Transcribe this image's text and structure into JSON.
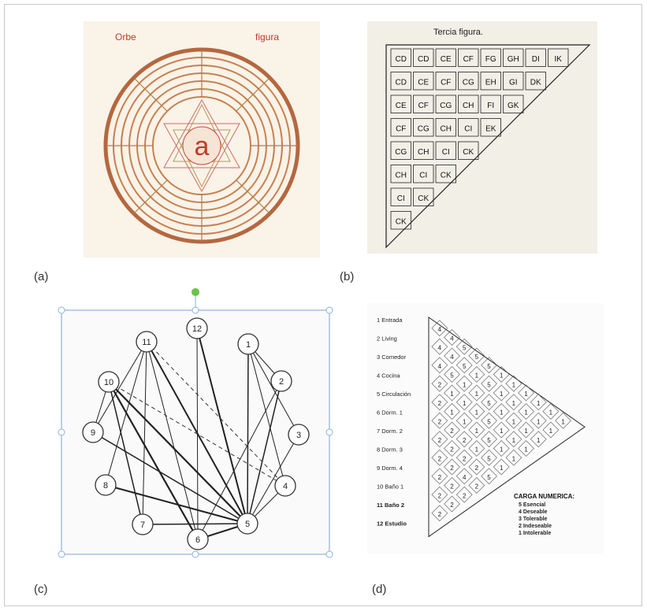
{
  "captions": {
    "a": "(a)",
    "b": "(b)",
    "c": "(c)",
    "d": "(d)"
  },
  "panel_a": {
    "top_left_label": "Orbe",
    "top_right_label": "figura",
    "center_letter": "a"
  },
  "panel_b": {
    "title": "Tercia figura.",
    "rows": [
      [
        "CD",
        "CD",
        "CE",
        "CF",
        "FG",
        "GH",
        "DI",
        "IK"
      ],
      [
        "CD",
        "CE",
        "CF",
        "CG",
        "EH",
        "GI",
        "DK"
      ],
      [
        "CE",
        "CF",
        "CG",
        "CH",
        "FI",
        "GK"
      ],
      [
        "CF",
        "CG",
        "CH",
        "CI",
        "EK"
      ],
      [
        "CG",
        "CH",
        "CI",
        "CK"
      ],
      [
        "CH",
        "CI",
        "CK"
      ],
      [
        "CI",
        "CK"
      ],
      [
        "CK"
      ]
    ]
  },
  "panel_c": {
    "nodes": [
      "1",
      "2",
      "3",
      "4",
      "5",
      "6",
      "7",
      "8",
      "9",
      "10",
      "11",
      "12"
    ]
  },
  "panel_d": {
    "rooms": [
      "1 Entrada",
      "2 Living",
      "3 Comedor",
      "4 Cocina",
      "5 Circulación",
      "6 Dorm. 1",
      "7 Dorm. 2",
      "8 Dorm. 3",
      "9 Dorm. 4",
      "10 Baño 1",
      "11 Baño 2",
      "12 Estudio"
    ],
    "matrix": [
      [
        "4",
        "4",
        "4",
        "2",
        "2",
        "2",
        "2",
        "2",
        "2",
        "2",
        "2"
      ],
      [
        "4",
        "4",
        "5",
        "1",
        "1",
        "2",
        "2",
        "2",
        "2",
        "2"
      ],
      [
        "5",
        "5",
        "1",
        "1",
        "1",
        "2",
        "2",
        "4",
        "2"
      ],
      [
        "5",
        "1",
        "1",
        "1",
        "1",
        "1",
        "2",
        "2"
      ],
      [
        "5",
        "5",
        "5",
        "5",
        "5",
        "5",
        "5"
      ],
      [
        "1",
        "1",
        "1",
        "1",
        "1",
        "1"
      ],
      [
        "1",
        "1",
        "1",
        "1",
        "1"
      ],
      [
        "1",
        "1",
        "1",
        "1"
      ],
      [
        "1",
        "1",
        "1"
      ],
      [
        "1",
        "1"
      ],
      [
        "1"
      ]
    ],
    "legend": {
      "title": "CARGA NUMERICA:",
      "items": [
        "5 Esencial",
        "4 Deseable",
        "3 Tolerable",
        "2 Indeseable",
        "1 Intolerable"
      ]
    }
  }
}
